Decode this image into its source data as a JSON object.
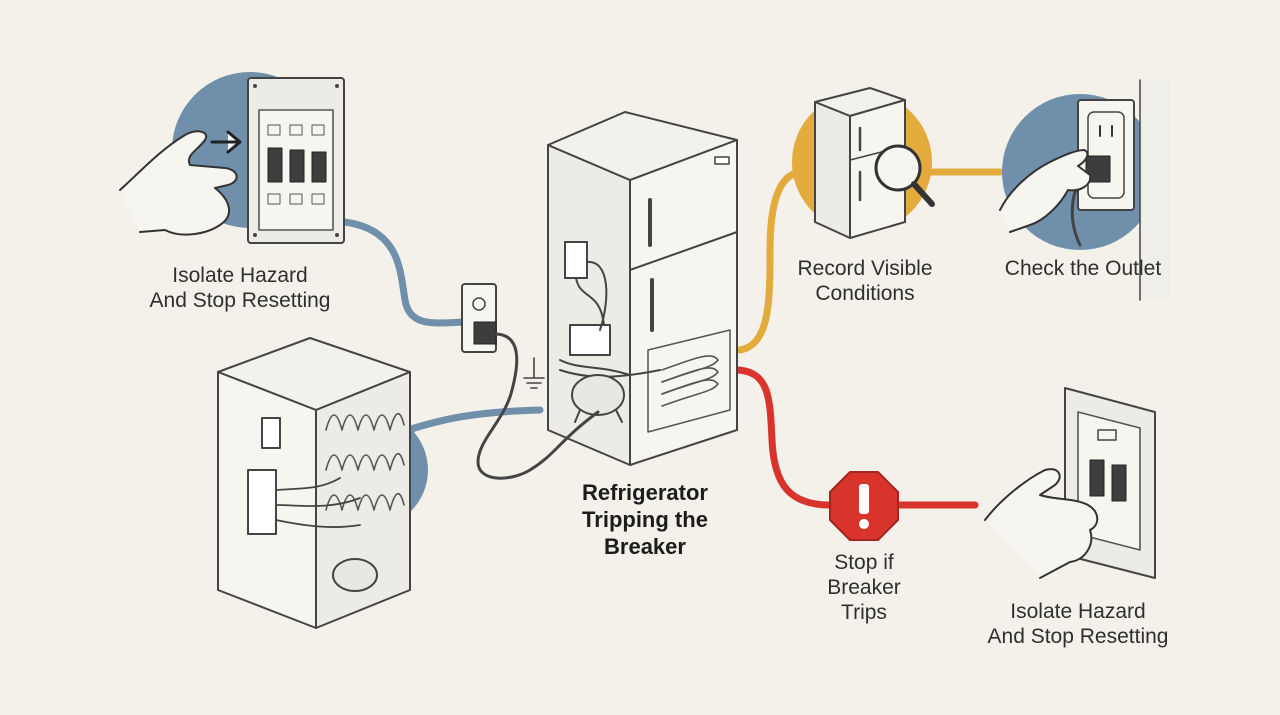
{
  "title": {
    "lines": [
      "Refrigerator",
      "Tripping the",
      "Breaker"
    ]
  },
  "steps": {
    "isolate_top": {
      "lines": [
        "Isolate Hazard",
        "And Stop Resetting"
      ]
    },
    "record": {
      "lines": [
        "Record Visible",
        "Conditions"
      ]
    },
    "outlet": {
      "lines": [
        "Check the Outlet"
      ]
    },
    "stop": {
      "lines": [
        "Stop if",
        "Breaker",
        "Trips"
      ]
    },
    "isolate_bottom": {
      "lines": [
        "Isolate Hazard",
        "And Stop Resetting"
      ]
    }
  },
  "colors": {
    "blue": "#6f8fab",
    "gold": "#e3aa3c",
    "red": "#d8342c",
    "ink": "#555555",
    "panel": "#ecebe5"
  },
  "icons": [
    "breaker-panel-icon",
    "hand-icon",
    "arrow-icon",
    "fridge-icon",
    "magnifier-icon",
    "outlet-icon",
    "plug-icon",
    "stop-sign-icon",
    "fridge-cutaway-icon",
    "compressor-icon",
    "ground-symbol-icon"
  ]
}
